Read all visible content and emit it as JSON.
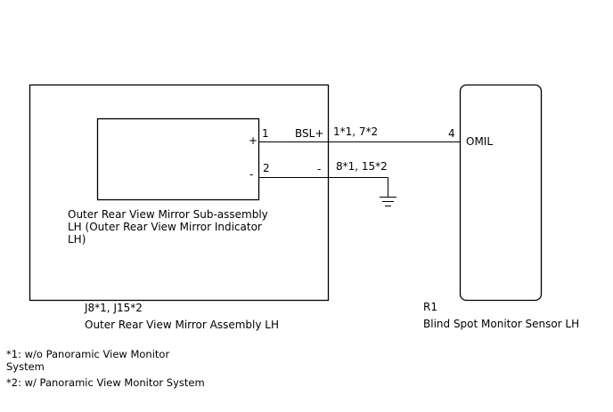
{
  "mirror_assembly": {
    "connector": "J8*1, J15*2",
    "name": "Outer Rear View Mirror Assembly LH",
    "sub_assembly": {
      "name_lines": [
        "Outer Rear View Mirror Sub-assembly",
        "LH (Outer Rear View Mirror Indicator",
        "LH)"
      ],
      "plus_sign": "+",
      "minus_sign": "-"
    }
  },
  "wires": {
    "top": {
      "pin_left": "1",
      "signal": "BSL+",
      "wire_ref": "1*1, 7*2",
      "pin_right": "4"
    },
    "bottom": {
      "pin_left": "2",
      "signal": "-",
      "wire_ref": "8*1, 15*2"
    }
  },
  "sensor": {
    "terminal": "OMIL",
    "connector": "R1",
    "name": "Blind Spot Monitor Sensor LH"
  },
  "footnotes": {
    "n1_lines": [
      "*1: w/o Panoramic View Monitor",
      "System"
    ],
    "n2": "*2: w/ Panoramic View Monitor System"
  }
}
